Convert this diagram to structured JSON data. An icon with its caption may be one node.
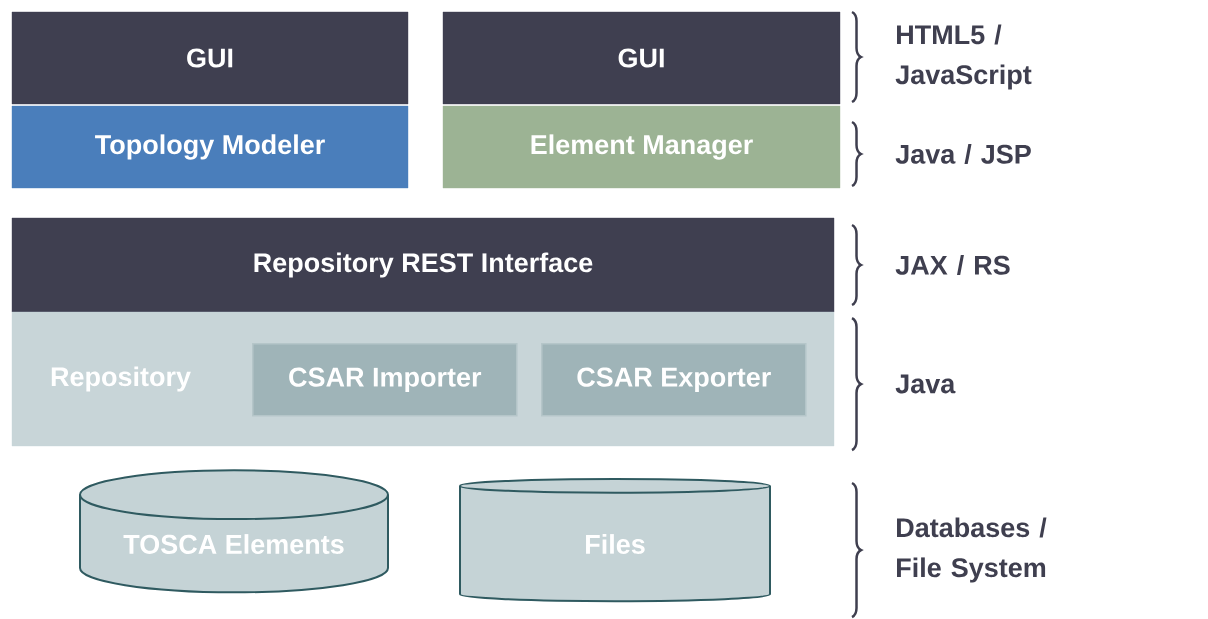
{
  "diagram": {
    "nodes": [
      {
        "text": [
          "GUI"
        ]
      },
      {
        "text": [
          "Topology Modeler"
        ]
      },
      {
        "text": [
          "GUI"
        ]
      },
      {
        "text": [
          "Element Manager"
        ]
      },
      {
        "text": [
          "Repository REST Interface"
        ]
      },
      {
        "text": [
          "Repository"
        ]
      },
      {
        "text": [
          "CSAR Importer"
        ],
        "in": 5
      },
      {
        "text": [
          "CSAR Exporter"
        ],
        "in": 5
      },
      {
        "text": [
          "TOSCA Elements"
        ]
      },
      {
        "text": [
          "Files"
        ]
      }
    ],
    "labels": [
      "HTML5 / JavaScript",
      "Java / JSP",
      "JAX / RS",
      "Java",
      "Databases / File System"
    ]
  }
}
